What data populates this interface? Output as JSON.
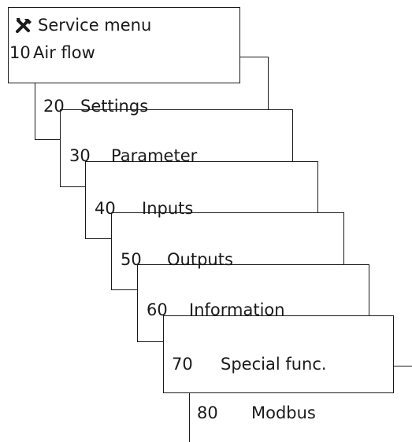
{
  "menu": {
    "title": "Service menu",
    "title_icon": "tools-icon",
    "items": [
      {
        "num": "10",
        "label": "Air flow"
      },
      {
        "num": "20",
        "label": "Settings"
      },
      {
        "num": "30",
        "label": "Parameter"
      },
      {
        "num": "40",
        "label": "Inputs"
      },
      {
        "num": "50",
        "label": "Outputs"
      },
      {
        "num": "60",
        "label": "Information"
      },
      {
        "num": "70",
        "label": "Special func."
      },
      {
        "num": "80",
        "label": "Modbus"
      }
    ]
  }
}
